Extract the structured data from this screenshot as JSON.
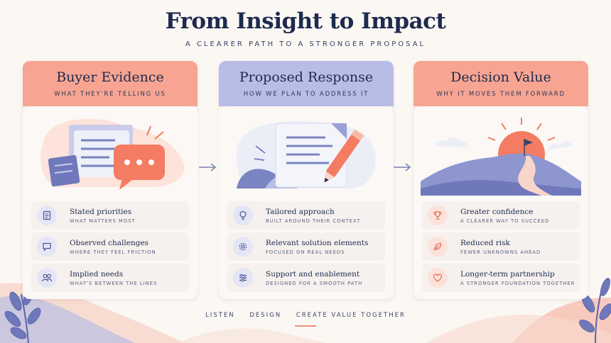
{
  "title": "From Insight to Impact",
  "subtitle": "A CLEARER PATH TO A STRONGER PROPOSAL",
  "colors": {
    "coral": "#f7a592",
    "lavender": "#b8bde6",
    "navy": "#1e2a4f",
    "accent": "#f08f78"
  },
  "cards": [
    {
      "title": "Buyer Evidence",
      "subtitle": "WHAT THEY'RE TELLING US",
      "items": [
        {
          "icon": "document-icon",
          "label": "Stated priorities",
          "sub": "WHAT MATTERS MOST"
        },
        {
          "icon": "speech-bubble-icon",
          "label": "Observed challenges",
          "sub": "WHERE THEY FEEL FRICTION"
        },
        {
          "icon": "people-icon",
          "label": "Implied needs",
          "sub": "WHAT'S BETWEEN THE LINES"
        }
      ]
    },
    {
      "title": "Proposed Response",
      "subtitle": "HOW WE PLAN TO ADDRESS IT",
      "items": [
        {
          "icon": "lightbulb-icon",
          "label": "Tailored approach",
          "sub": "BUILT AROUND THEIR CONTEXT"
        },
        {
          "icon": "gear-icon",
          "label": "Relevant solution elements",
          "sub": "FOCUSED ON REAL NEEDS"
        },
        {
          "icon": "sliders-icon",
          "label": "Support and enablement",
          "sub": "DESIGNED FOR A SMOOTH PATH"
        }
      ]
    },
    {
      "title": "Decision Value",
      "subtitle": "WHY IT MOVES THEM FORWARD",
      "items": [
        {
          "icon": "trophy-icon",
          "label": "Greater confidence",
          "sub": "A CLEARER WAY TO SUCCEED"
        },
        {
          "icon": "leaf-icon",
          "label": "Reduced risk",
          "sub": "FEWER UNKNOWNS AHEAD"
        },
        {
          "icon": "heart-icon",
          "label": "Longer-term partnership",
          "sub": "A STRONGER FOUNDATION TOGETHER"
        }
      ]
    }
  ],
  "footer": {
    "step1": "LISTEN",
    "step2": "DESIGN",
    "step3": "CREATE VALUE TOGETHER"
  }
}
